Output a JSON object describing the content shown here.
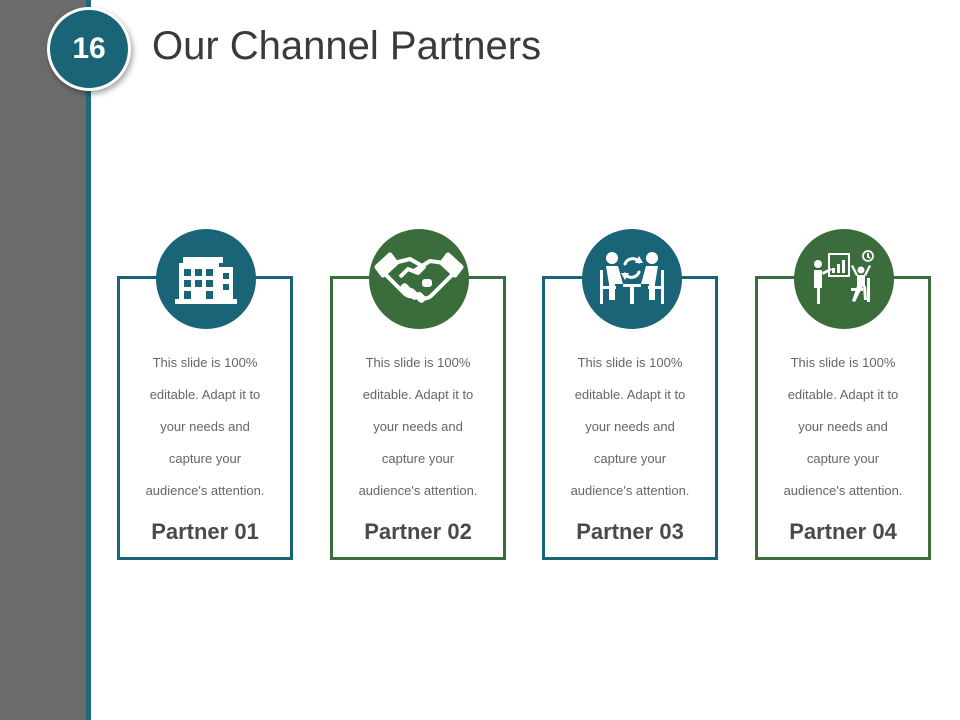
{
  "slide": {
    "number": "16",
    "title": "Our Channel Partners"
  },
  "colors": {
    "teal": "#1a6477",
    "green": "#3b6d3c",
    "sidebar_gray": "#6b6b6b",
    "text_gray": "#666666",
    "title_dark": "#3a3a3a"
  },
  "partners": [
    {
      "name": "Partner 01",
      "icon": "building-icon",
      "color": "teal",
      "lines": [
        "This slide is 100%",
        "editable. Adapt it to",
        "your needs and",
        "capture your",
        "audience's attention."
      ]
    },
    {
      "name": "Partner 02",
      "icon": "handshake-icon",
      "color": "green",
      "lines": [
        "This slide is 100%",
        "editable. Adapt it to",
        "your needs and",
        "capture your",
        "audience's attention."
      ]
    },
    {
      "name": "Partner 03",
      "icon": "meeting-icon",
      "color": "teal",
      "lines": [
        "This slide is 100%",
        "editable. Adapt it to",
        "your needs and",
        "capture your",
        "audience's attention."
      ]
    },
    {
      "name": "Partner 04",
      "icon": "presentation-icon",
      "color": "green",
      "lines": [
        "This slide is 100%",
        "editable. Adapt it to",
        "your needs and",
        "capture your",
        "audience's attention."
      ]
    }
  ]
}
